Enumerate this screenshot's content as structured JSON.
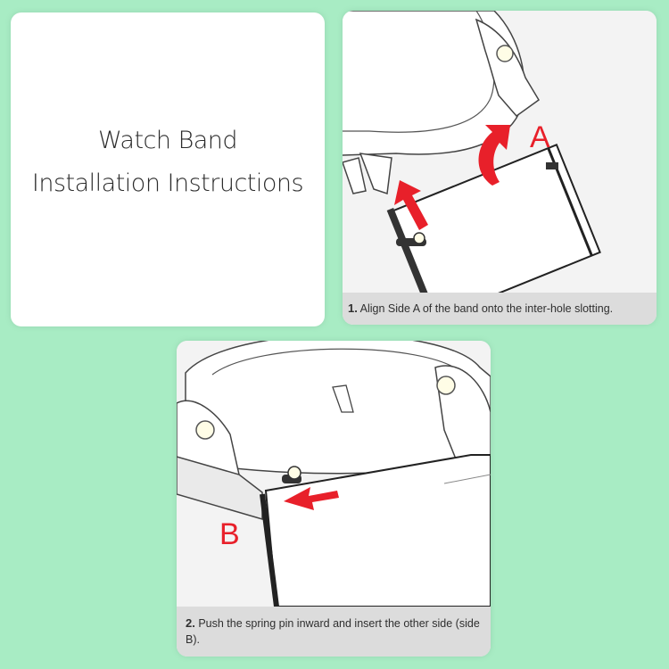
{
  "title_card": {
    "line1": "Watch Band",
    "line2": "Installation Instructions"
  },
  "step1": {
    "marker": "A",
    "number": "1.",
    "caption": " Align Side A of the band onto the inter-hole slotting."
  },
  "step2": {
    "marker": "B",
    "number": "2.",
    "caption": " Push the spring pin inward and insert the other side (side B)."
  },
  "colors": {
    "background": "#a8ecc4",
    "card": "#f3f3f3",
    "arrow": "#e8202a",
    "caption_bar": "#dcdcdc"
  },
  "icons": {
    "step1_arrows": "red-arrow-icon",
    "step2_arrow": "red-arrow-icon"
  }
}
